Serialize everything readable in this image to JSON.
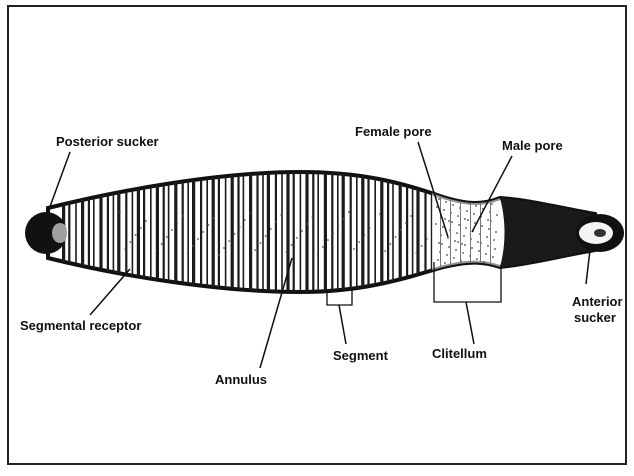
{
  "labels": {
    "posterior_sucker": "Posterior sucker",
    "segmental_receptor": "Segmental receptor",
    "annulus": "Annulus",
    "segment": "Segment",
    "clitellum": "Clitellum",
    "female_pore": "Female pore",
    "male_pore": "Male pore",
    "anterior_sucker_line1": "Anterior",
    "anterior_sucker_line2": "sucker"
  },
  "colors": {
    "ink": "#111111",
    "paper": "#ffffff",
    "frame": "#222222"
  }
}
